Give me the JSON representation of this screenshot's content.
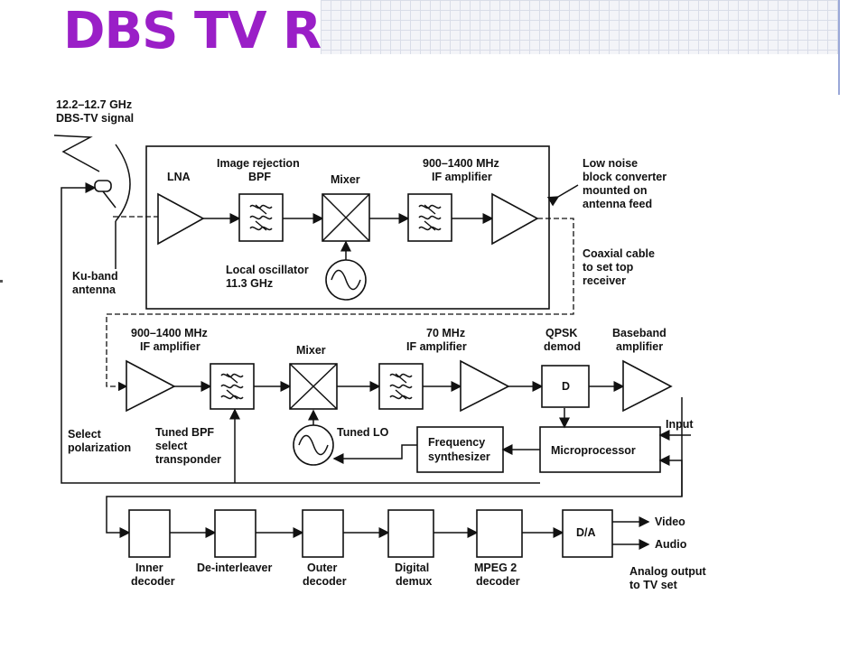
{
  "title": "DBS TV Receiver:",
  "labels": {
    "signal_freq": "12.2–12.7 GHz",
    "signal_name": "DBS-TV signal",
    "antenna_1": "Ku-band",
    "antenna_2": "antenna",
    "lna": "LNA",
    "image_bpf_1": "Image rejection",
    "image_bpf_2": "BPF",
    "mixer_top": "Mixer",
    "if_top_1": "900–1400 MHz",
    "if_top_2": "IF amplifier",
    "lnb_1": "Low noise",
    "lnb_2": "block converter",
    "lnb_3": "mounted on",
    "lnb_4": "antenna feed",
    "lo_1": "Local oscillator",
    "lo_2": "11.3 GHz",
    "coax_1": "Coaxial cable",
    "coax_2": "to set top",
    "coax_3": "receiver",
    "if_mid_1": "900–1400 MHz",
    "if_mid_2": "IF amplifier",
    "mixer_mid": "Mixer",
    "if70_1": "70 MHz",
    "if70_2": "IF amplifier",
    "qpsk_1": "QPSK",
    "qpsk_2": "demod",
    "demod_letter": "D",
    "baseband_1": "Baseband",
    "baseband_2": "amplifier",
    "select_pol_1": "Select",
    "select_pol_2": "polarization",
    "tuned_bpf_1": "Tuned BPF",
    "tuned_bpf_2": "select",
    "tuned_bpf_3": "transponder",
    "tuned_lo": "Tuned LO",
    "freq_synth_1": "Frequency",
    "freq_synth_2": "synthesizer",
    "micro": "Microprocessor",
    "input": "Input",
    "inner_1": "Inner",
    "inner_2": "decoder",
    "deinter": "De-interleaver",
    "outer_1": "Outer",
    "outer_2": "decoder",
    "digital_1": "Digital",
    "digital_2": "demux",
    "mpeg_1": "MPEG 2",
    "mpeg_2": "decoder",
    "da": "D/A",
    "video": "Video",
    "audio": "Audio",
    "analog_1": "Analog output",
    "analog_2": "to TV set"
  }
}
